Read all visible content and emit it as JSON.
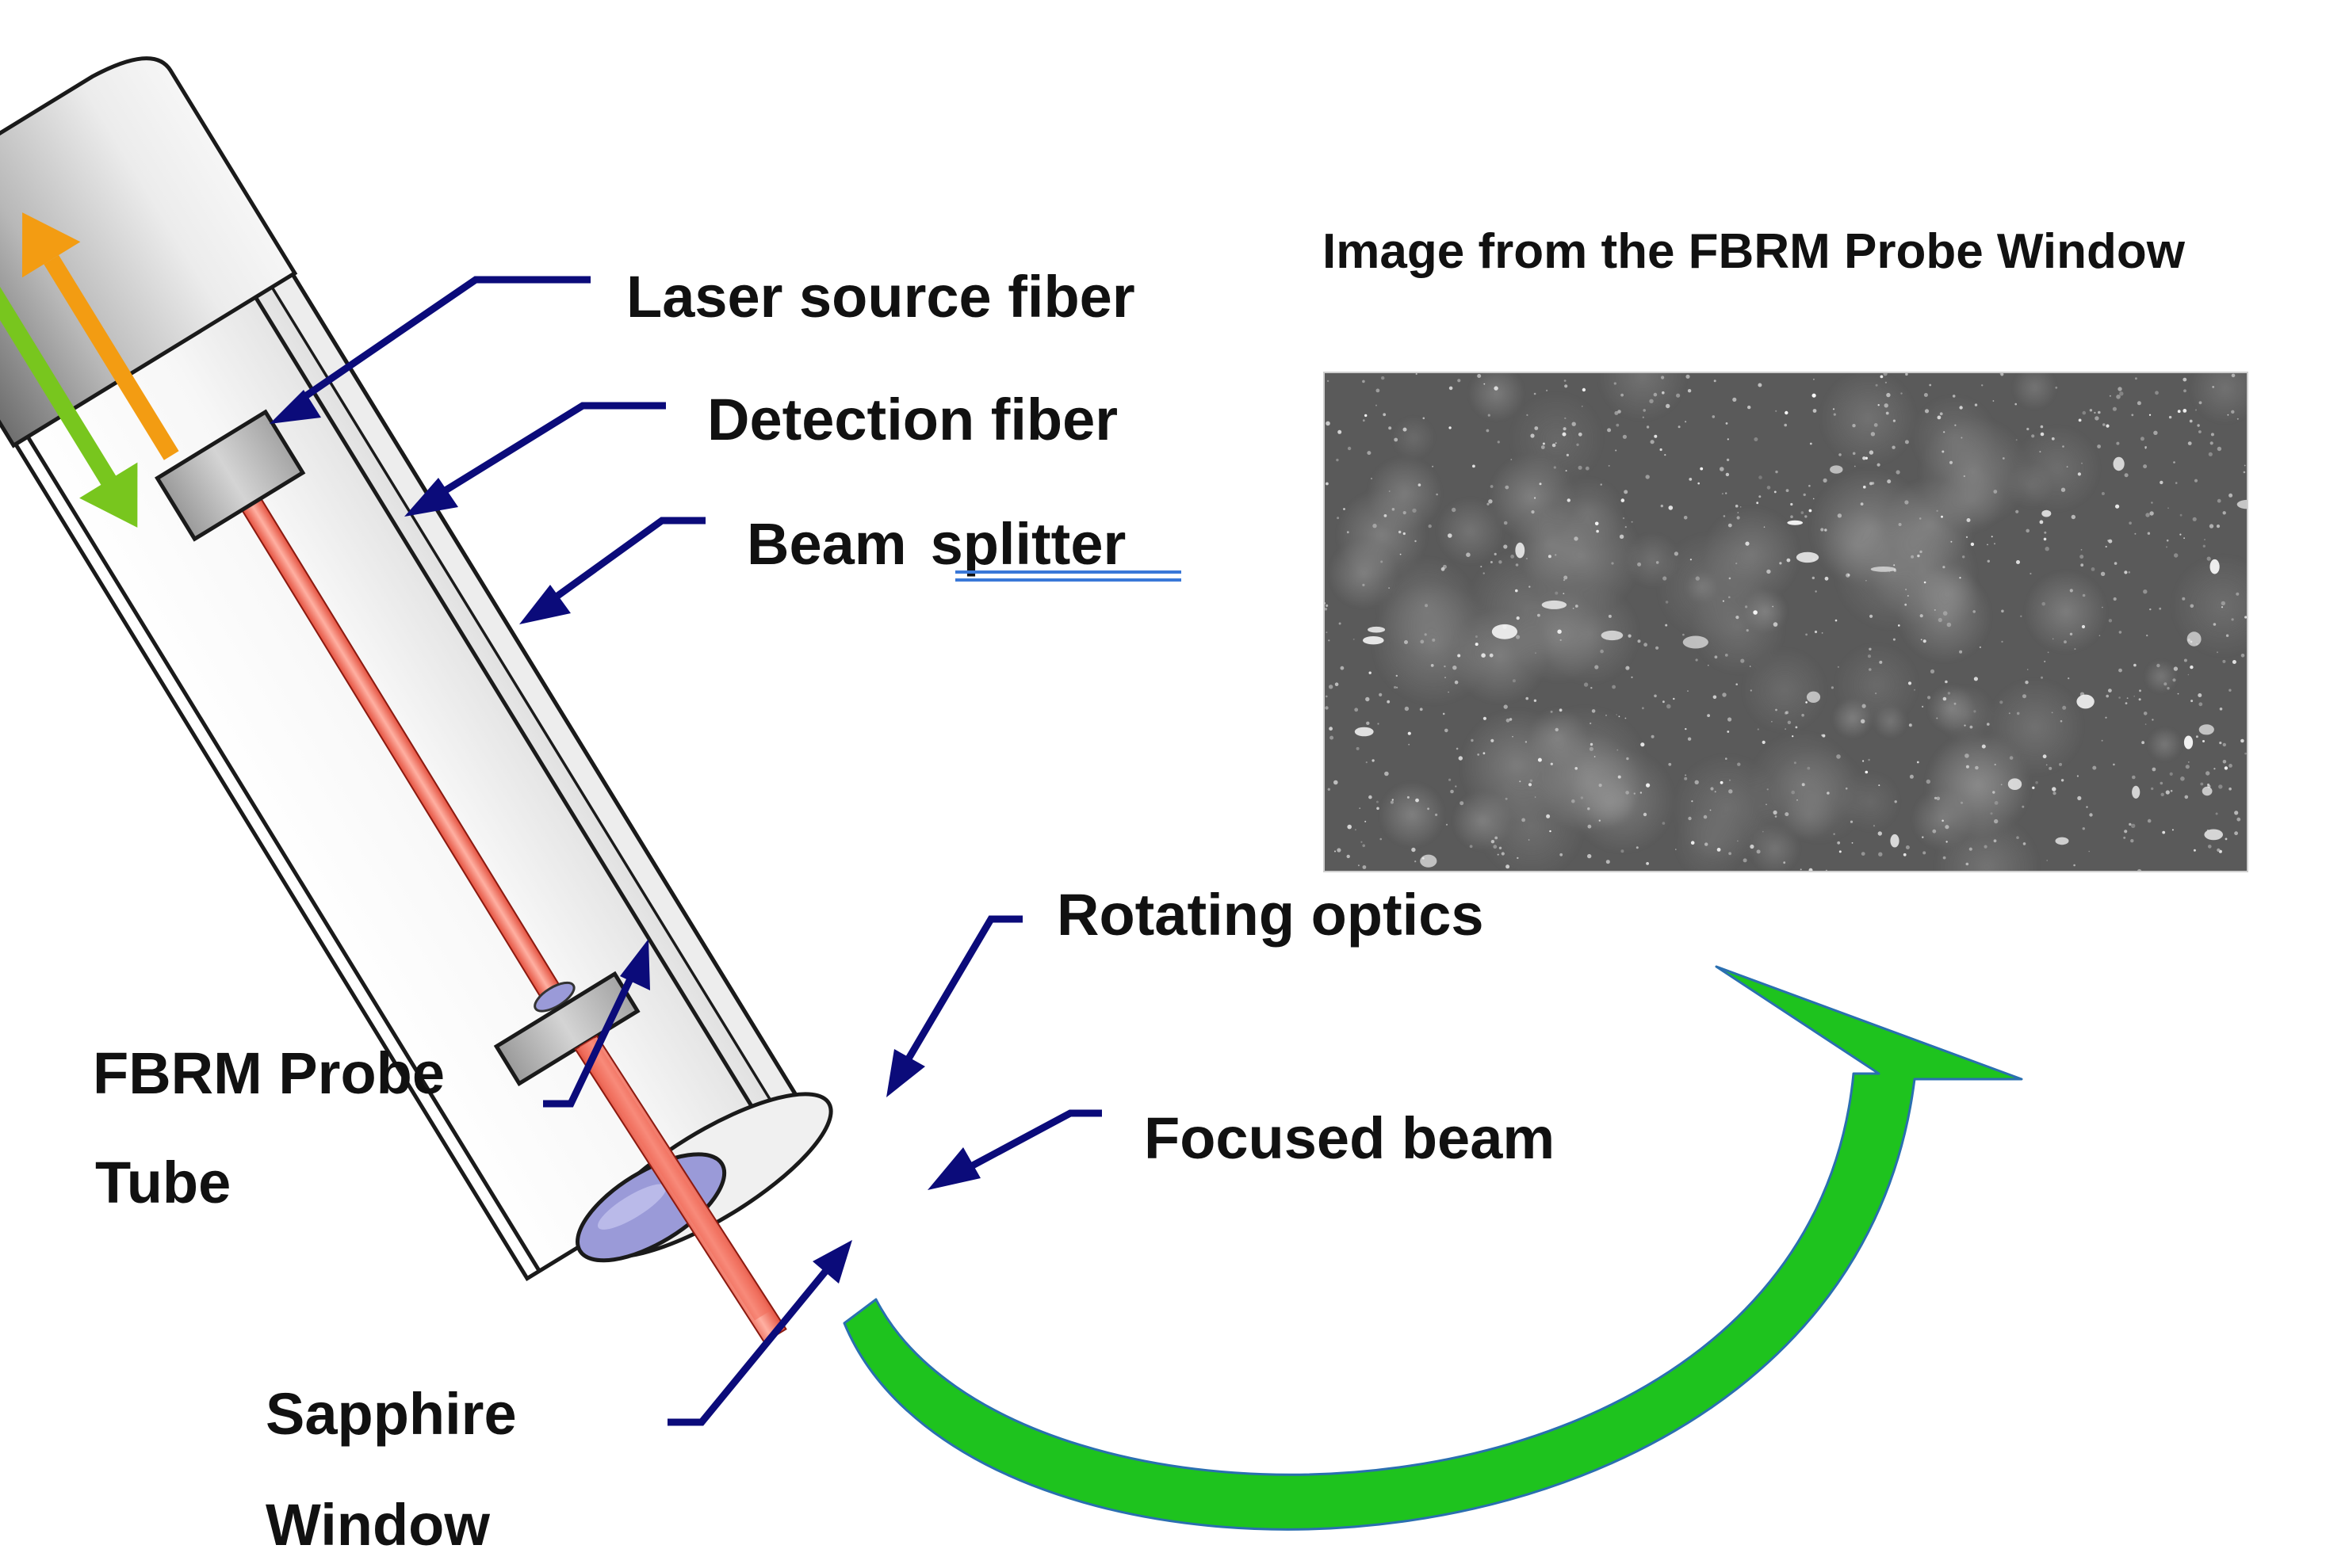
{
  "title": "Image from the FBRM Probe Window",
  "labels": {
    "laser_source_fiber": "Laser source fiber",
    "detection_fiber": "Detection fiber",
    "beam": "Beam",
    "splitter": "splitter",
    "rotating_optics": "Rotating optics",
    "focused_beam": "Focused beam",
    "probe_tube_line1": "FBRM Probe",
    "probe_tube_line2": "Tube",
    "sapphire_line1": "Sapphire",
    "sapphire_line2": "Window"
  },
  "colors": {
    "leader_lines": "#0b0b7a",
    "laser_beam": "#f0705e",
    "outgoing_arrow": "#f39c12",
    "incoming_arrow": "#78c61e",
    "curved_arrow": "#1ec31e",
    "sapphire": "#9a9ad8",
    "spellcheck_underline": "#3a78d8"
  }
}
